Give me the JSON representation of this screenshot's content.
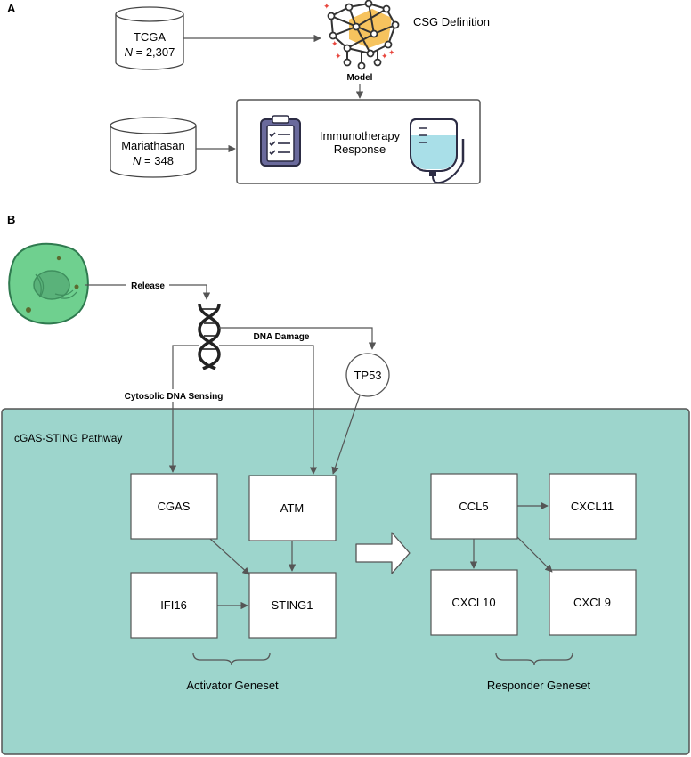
{
  "panel_a": {
    "letter": "A",
    "tcga": {
      "name": "TCGA",
      "n_label": "N",
      "n_value": " = 2,307"
    },
    "csg_definition": "CSG Definition",
    "model_label": "Model",
    "mariathasan": {
      "name": "Mariathasan",
      "n_label": "N",
      "n_value": " = 348"
    },
    "response_line1": "Immunotherapy",
    "response_line2": "Response"
  },
  "panel_b": {
    "letter": "B",
    "release_label": "Release",
    "dna_damage_label": "DNA Damage",
    "cytosolic_label": "Cytosolic DNA Sensing",
    "tp53": "TP53",
    "pathway_title": "cGAS-STING Pathway",
    "genes": {
      "cgas": "CGAS",
      "atm": "ATM",
      "ifi16": "IFI16",
      "sting1": "STING1",
      "ccl5": "CCL5",
      "cxcl11": "CXCL11",
      "cxcl10": "CXCL10",
      "cxcl9": "CXCL9"
    },
    "activator_label": "Activator Geneset",
    "responder_label": "Responder Geneset"
  },
  "colors": {
    "pathway_fill": "#9dd5cc",
    "pathway_border": "#555555",
    "cell_fill": "#6fd08f",
    "network_orange": "#f4b942",
    "bag_fill": "#a9dfe8",
    "clipboard_fill": "#6a6a9c"
  }
}
